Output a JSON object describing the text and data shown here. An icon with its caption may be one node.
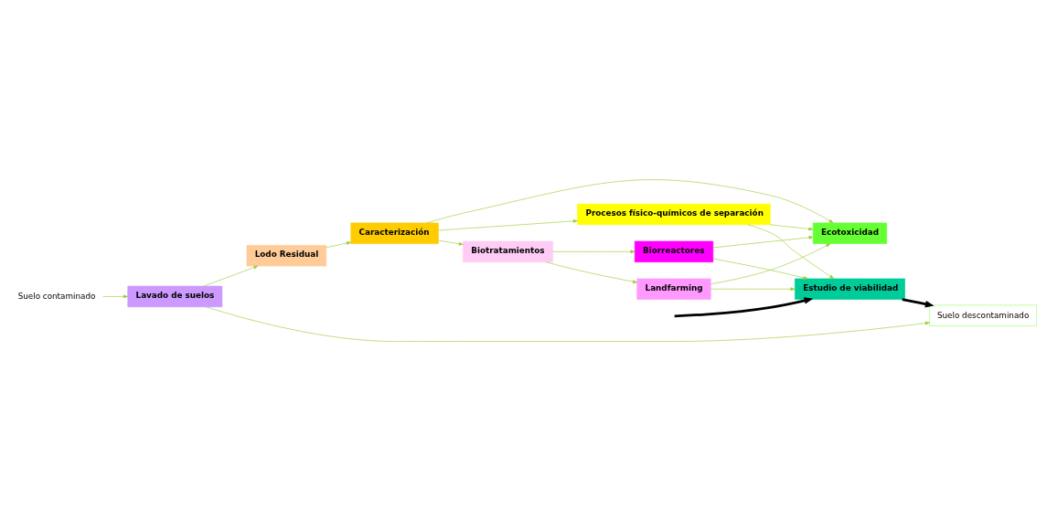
{
  "diagram": {
    "nodes": [
      {
        "text": [
          "Suelo contaminado"
        ]
      },
      {
        "text": [
          "Lavado de suelos"
        ]
      },
      {
        "text": [
          "Suelo descontaminado"
        ]
      },
      {
        "text": [
          "Estudio de viabilidad"
        ]
      },
      {
        "text": [
          "Lodo Residual"
        ]
      },
      {
        "text": [
          "Caracterización"
        ]
      },
      {
        "text": [
          "Procesos físico-químicos de separación"
        ]
      },
      {
        "text": [
          "Biotratamientos"
        ]
      },
      {
        "text": [
          "Landfarming"
        ]
      },
      {
        "text": [
          "Biorreactores"
        ]
      },
      {
        "text": [
          "Ecotoxicidad"
        ]
      }
    ],
    "edges": [
      {
        "from": 0,
        "to": 1,
        "arrow": "to"
      },
      {
        "from": 1,
        "to": 2,
        "arrow": "to"
      },
      {
        "from": 1,
        "to": 4,
        "arrow": "to"
      },
      {
        "from": 4,
        "to": 5,
        "arrow": "to"
      },
      {
        "from": 5,
        "to": 6,
        "arrow": "to"
      },
      {
        "from": 5,
        "to": 7,
        "arrow": "to"
      },
      {
        "from": 5,
        "to": 10,
        "arrow": "to"
      },
      {
        "from": 7,
        "to": 8,
        "arrow": "to"
      },
      {
        "from": 7,
        "to": 9,
        "arrow": "to"
      },
      {
        "from": 6,
        "to": 3,
        "arrow": "to"
      },
      {
        "from": 8,
        "to": 3,
        "arrow": "to"
      },
      {
        "from": 9,
        "to": 3,
        "arrow": "to"
      },
      {
        "from": 6,
        "to": 10,
        "arrow": "to"
      },
      {
        "from": 8,
        "to": 10,
        "arrow": "to"
      },
      {
        "from": 9,
        "to": 10,
        "arrow": "to"
      },
      {
        "from": null,
        "to": 3,
        "arrow": "to",
        "style": "thick",
        "color": "#000000"
      },
      {
        "from": 3,
        "to": 2,
        "arrow": "to",
        "style": "thick",
        "color": "#000000"
      }
    ]
  }
}
